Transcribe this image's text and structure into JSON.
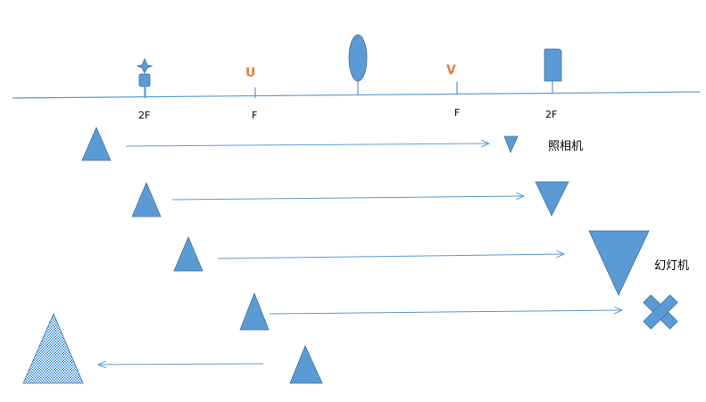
{
  "axis": {
    "markers": [
      {
        "id": "left-2f",
        "label": "2F"
      },
      {
        "id": "left-f",
        "label": "F",
        "letter": "U"
      },
      {
        "id": "right-f",
        "label": "F",
        "letter": "V"
      },
      {
        "id": "right-2f",
        "label": "2F"
      }
    ]
  },
  "regions": {
    "camera": "照相机",
    "projector": "幻灯机"
  },
  "colors": {
    "shape_fill": "#5b9bd5",
    "shape_stroke": "#41719c",
    "axis": "#5b9bd5",
    "letter": "#ed7d31"
  }
}
